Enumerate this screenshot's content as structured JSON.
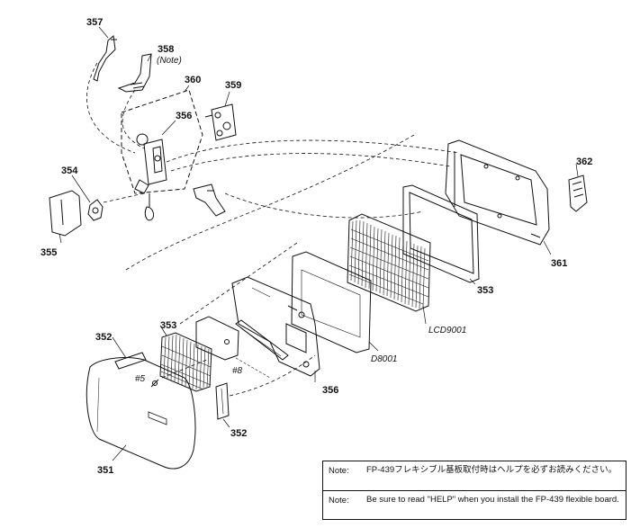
{
  "labels": {
    "l351": "351",
    "l352a": "352",
    "l352b": "352",
    "l353a": "353",
    "l353b": "353",
    "l354": "354",
    "l355": "355",
    "l356a": "356",
    "l356b": "356",
    "l357": "357",
    "l358": "358",
    "l358_note": "(Note)",
    "l359": "359",
    "l360": "360",
    "l361": "361",
    "l362": "362",
    "lcd": "LCD9001",
    "d8001": "D8001",
    "hash5": "#5",
    "hash8": "#8"
  },
  "notes": [
    {
      "label": "Note:",
      "text": "FP-439フレキシブル基板取付時はヘルプを必ずお読みください。"
    },
    {
      "label": "Note:",
      "text": "Be sure to read \"HELP\" when you install the FP-439 flexible board."
    }
  ],
  "colors": {
    "ink": "#111111",
    "paper": "#ffffff"
  }
}
